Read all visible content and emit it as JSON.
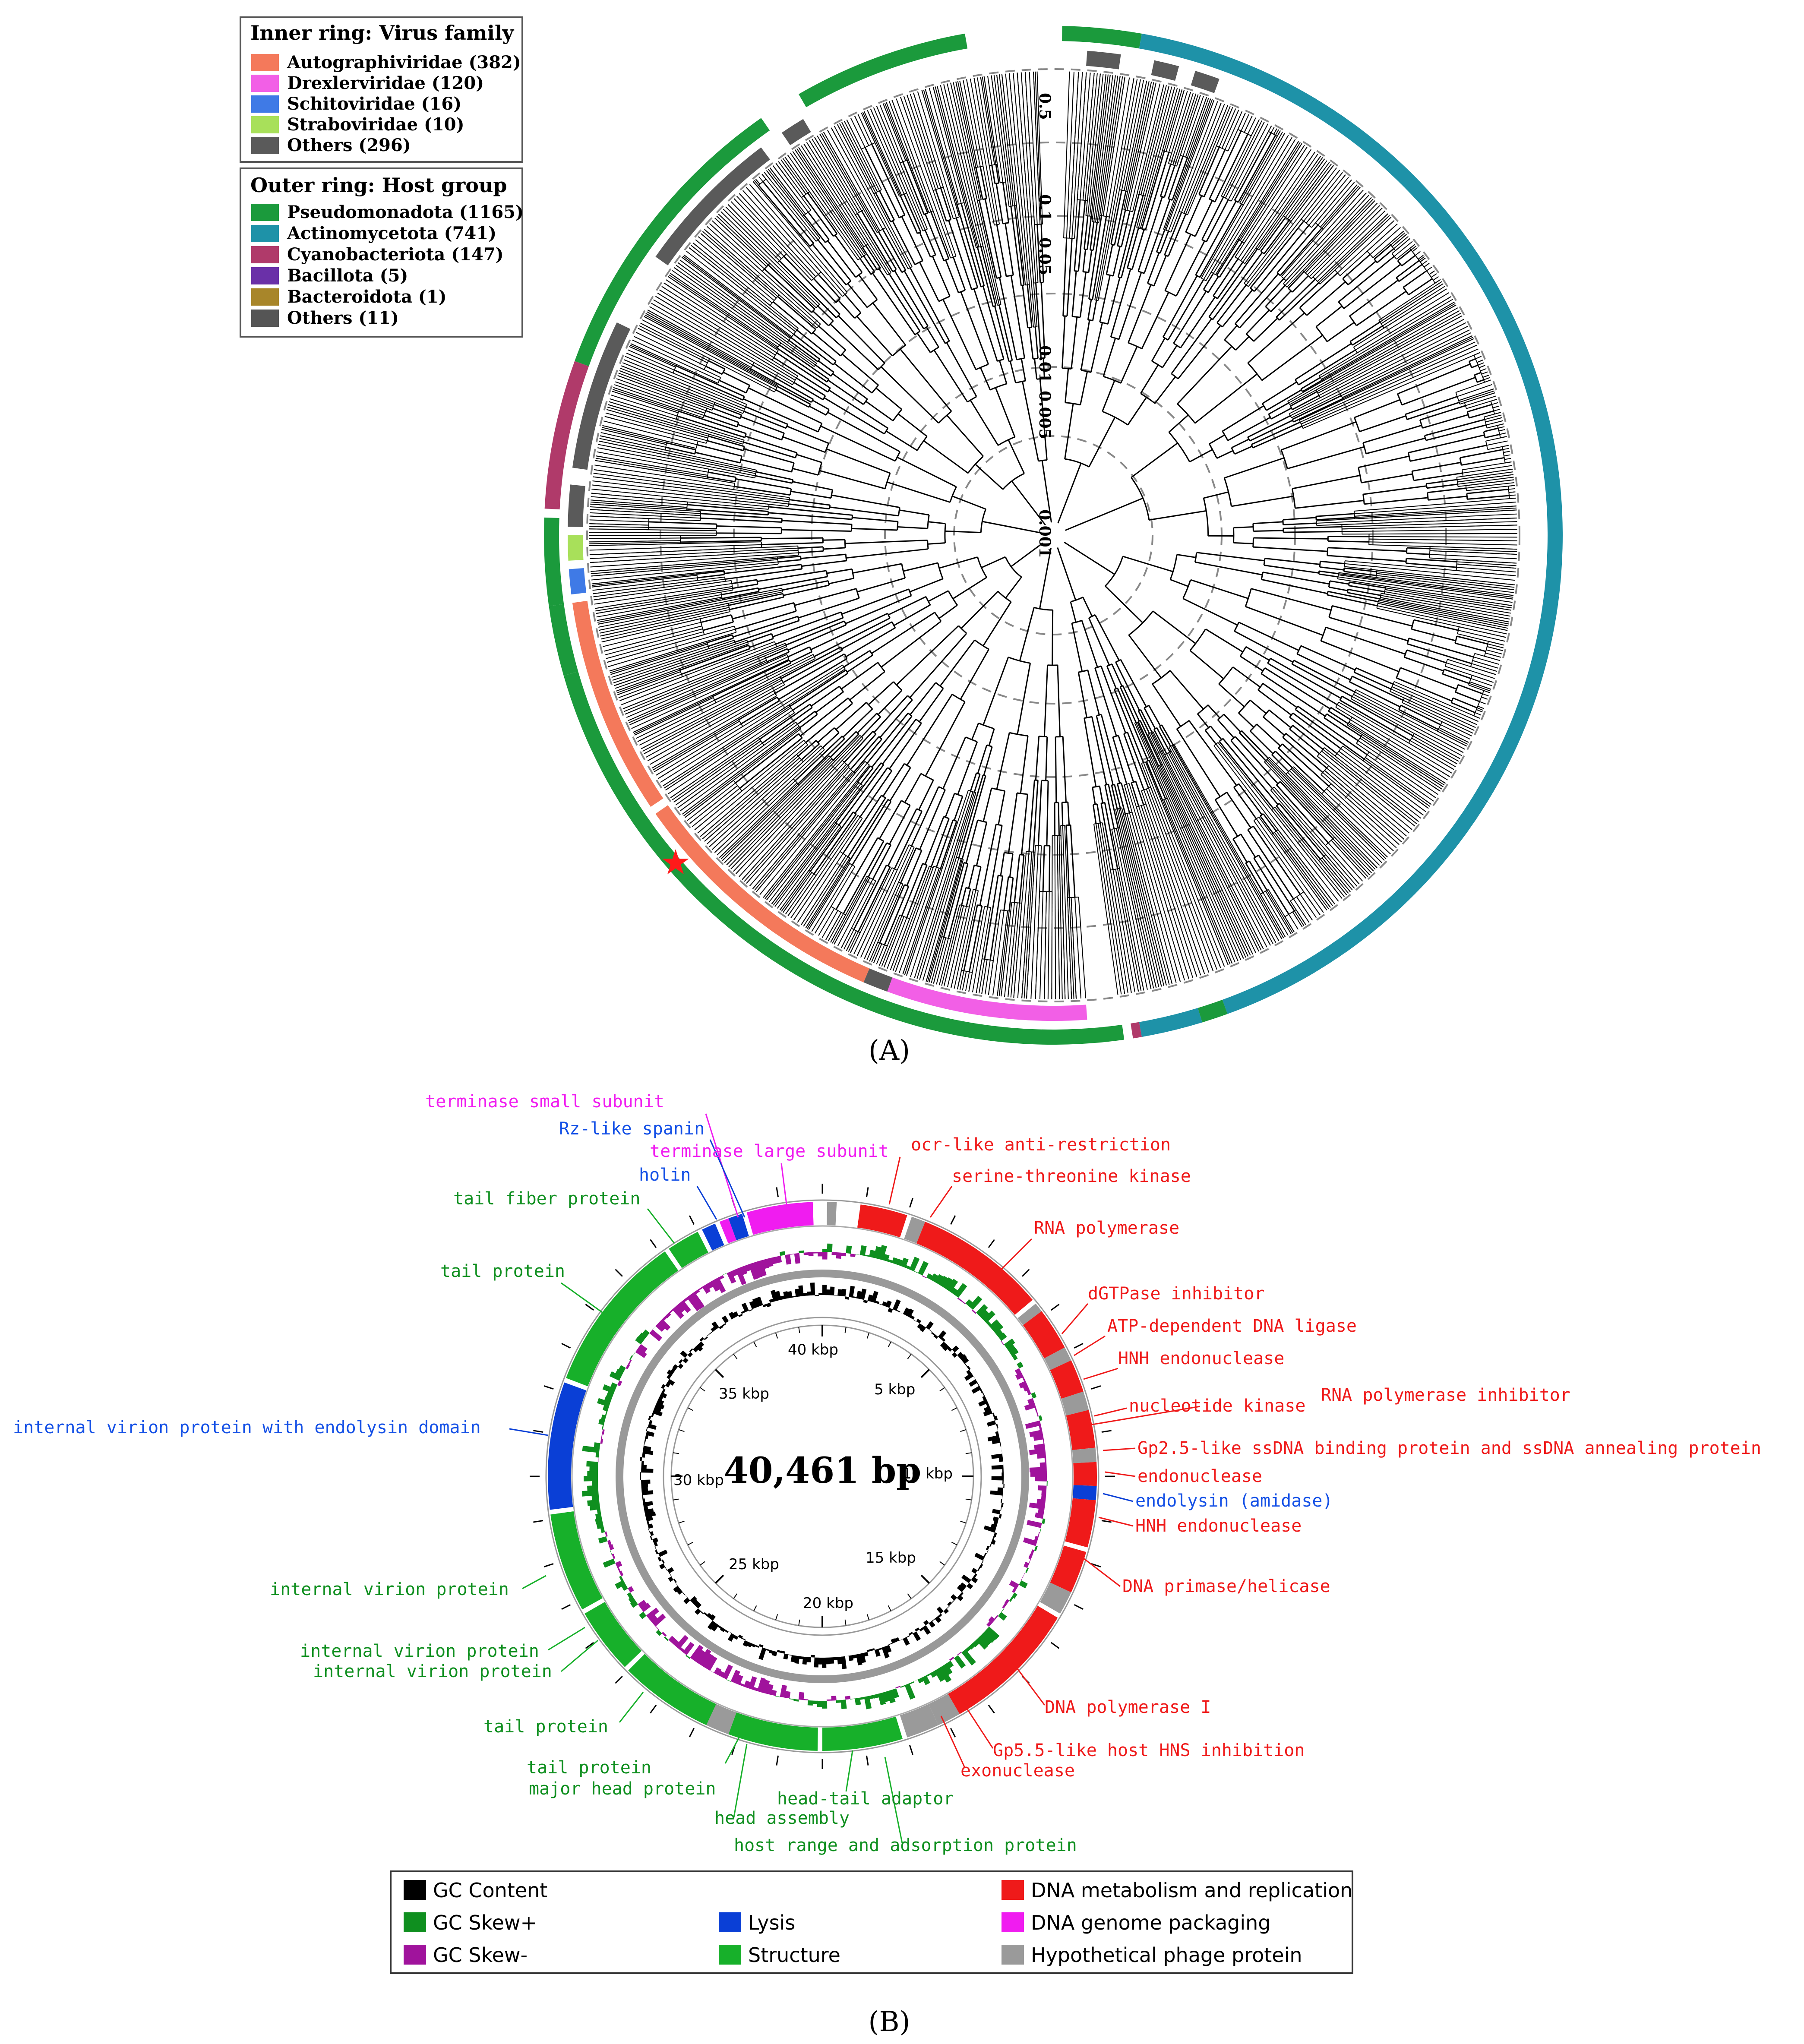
{
  "panel_a": {
    "label": "(A)",
    "inner_legend": {
      "title": "Inner ring: Virus family",
      "items": [
        {
          "label": "Autographiviridae (382)",
          "color": "#f4795b"
        },
        {
          "label": "Drexlerviridae (120)",
          "color": "#f25fe6"
        },
        {
          "label": "Schitoviridae (16)",
          "color": "#3f7ae6"
        },
        {
          "label": "Straboviridae (10)",
          "color": "#a8e05a"
        },
        {
          "label": "Others (296)",
          "color": "#5a5a5a"
        }
      ]
    },
    "outer_legend": {
      "title": "Outer ring: Host group",
      "items": [
        {
          "label": "Pseudomonadota (1165)",
          "color": "#1b9a3c"
        },
        {
          "label": "Actinomycetota (741)",
          "color": "#1e92a8"
        },
        {
          "label": "Cyanobacteriota (147)",
          "color": "#b03a6a"
        },
        {
          "label": "Bacillota (5)",
          "color": "#6a30a8"
        },
        {
          "label": "Bacteroidota (1)",
          "color": "#a8862a"
        },
        {
          "label": "Others (11)",
          "color": "#555555"
        }
      ]
    },
    "scale_labels": [
      "0.5",
      "0.1",
      "0.05",
      "0.01",
      "0.005",
      "0.001"
    ],
    "marker": "★"
  },
  "panel_b": {
    "label": "(B)",
    "genome_size": "40,461 bp",
    "kbp_ticks": [
      "40 kbp",
      "5 kbp",
      "10 kbp",
      "15 kbp",
      "20 kbp",
      "25 kbp",
      "30 kbp",
      "35 kbp"
    ],
    "gene_labels": {
      "terminase_small": "terminase small subunit",
      "rz_spanin": "Rz-like spanin",
      "terminase_large": "terminase large subunit",
      "holin": "holin",
      "tail_fiber": "tail fiber protein",
      "tail_protein_1": "tail protein",
      "internal_virion_endolysin": "internal virion protein with endolysin domain",
      "internal_virion_1": "internal virion protein",
      "internal_virion_2": "internal virion protein",
      "internal_virion_3": "internal virion protein",
      "tail_protein_2": "tail protein",
      "tail_protein_3": "tail protein",
      "major_head": "major head protein",
      "head_assembly": "head assembly",
      "head_tail_adaptor": "head-tail adaptor",
      "host_range": "host range and adsorption protein",
      "ocr": "ocr-like anti-restriction",
      "ser_thr_kinase": "serine-threonine kinase",
      "rna_pol": "RNA polymerase",
      "dgtpase": "dGTPase inhibitor",
      "atp_ligase": "ATP-dependent DNA ligase",
      "hnh_1": "HNH endonuclease",
      "nucleotide_kinase": "nucleotide kinase",
      "rna_pol_inhibitor": "RNA polymerase inhibitor",
      "gp25": "Gp2.5-like ssDNA binding protein and ssDNA annealing protein",
      "endonuclease": "endonuclease",
      "endolysin_amidase": "endolysin (amidase)",
      "hnh_2": "HNH endonuclease",
      "primase": "DNA primase/helicase",
      "dna_pol": "DNA polymerase I",
      "gp55": "Gp5.5-like host HNS inhibition",
      "exonuclease": "exonuclease"
    },
    "legend": [
      {
        "label": "GC Content",
        "color": "#000000"
      },
      {
        "label": "GC Skew+",
        "color": "#0f8f1f"
      },
      {
        "label": "GC Skew-",
        "color": "#a0139c"
      },
      {
        "label": "Lysis",
        "color": "#0a3fd6"
      },
      {
        "label": "Structure",
        "color": "#17b02a"
      },
      {
        "label": "DNA metabolism and replication",
        "color": "#ef1a1a"
      },
      {
        "label": "DNA genome packaging",
        "color": "#f01cf0"
      },
      {
        "label": "Hypothetical phage protein",
        "color": "#9a9a9a"
      }
    ]
  }
}
